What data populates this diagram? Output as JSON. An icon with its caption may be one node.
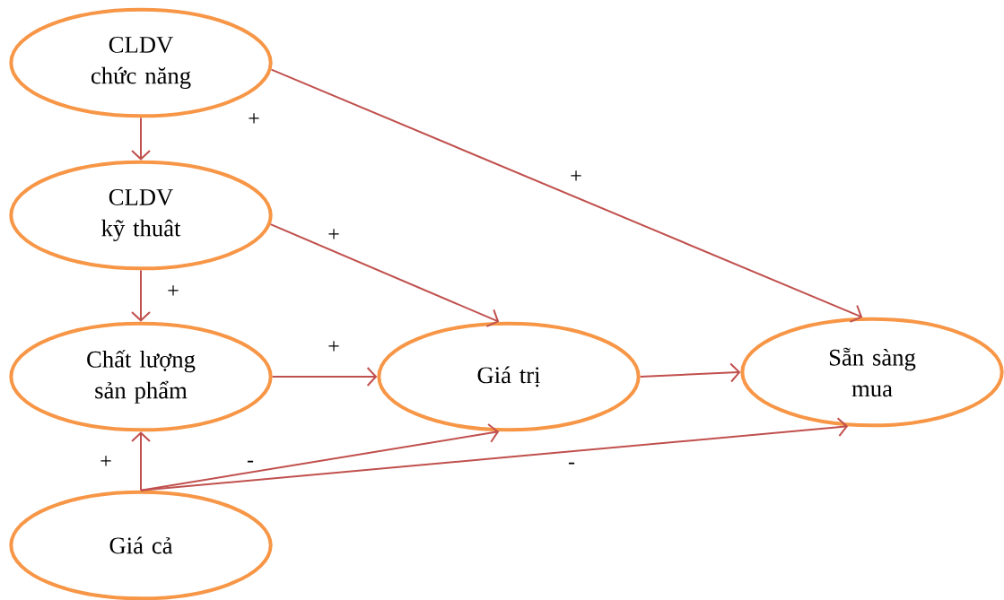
{
  "diagram": {
    "nodes": [
      {
        "text": [
          "CLDV chức năng"
        ]
      },
      {
        "text": [
          "CLDV kỹ thuât"
        ]
      },
      {
        "text": [
          "Chất lượng sản phẩm"
        ]
      },
      {
        "text": [
          "Giá cả"
        ]
      },
      {
        "text": [
          "Giá trị"
        ]
      },
      {
        "text": [
          "Sẵn sàng mua"
        ]
      }
    ],
    "edges": [
      {
        "from": 0,
        "to": 1,
        "arrow": "to",
        "label": "+"
      },
      {
        "from": 0,
        "to": 5,
        "arrow": "to",
        "label": "+"
      },
      {
        "from": 1,
        "to": 2,
        "arrow": "to",
        "label": "+"
      },
      {
        "from": 1,
        "to": 4,
        "arrow": "to",
        "label": "+"
      },
      {
        "from": 2,
        "to": 4,
        "arrow": "to",
        "label": "+"
      },
      {
        "from": 3,
        "to": 2,
        "arrow": "to",
        "label": "+"
      },
      {
        "from": 3,
        "to": 4,
        "arrow": "to",
        "label": "-"
      },
      {
        "from": 3,
        "to": 5,
        "arrow": "to",
        "label": "-"
      },
      {
        "from": 4,
        "to": 5,
        "arrow": "to"
      }
    ]
  }
}
